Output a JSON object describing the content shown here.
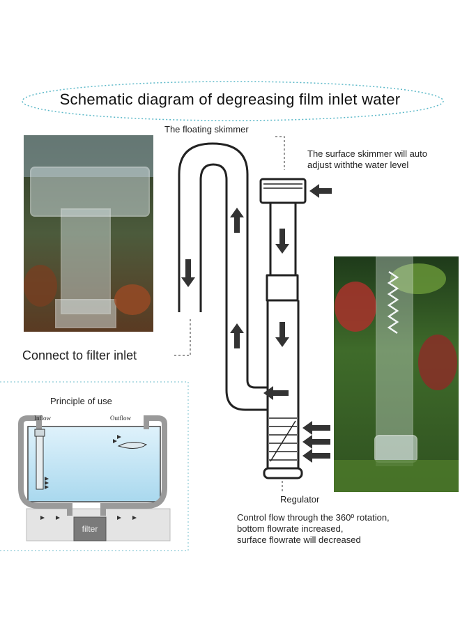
{
  "title": "Schematic diagram of degreasing film inlet water",
  "labels": {
    "floating_skimmer": "The floating skimmer",
    "auto_adjust_line1": "The surface skimmer will auto",
    "auto_adjust_line2": "adjust withthe water level",
    "connect_filter": "Connect to filter inlet",
    "principle": "Principle of use",
    "inflow": "Inflow",
    "outflow": "Outflow",
    "filter": "filter",
    "regulator": "Regulator",
    "control_line1": "Control flow through the 360º rotation,",
    "control_line2": "bottom flowrate increased,",
    "control_line3": "surface flowrate will decreased"
  },
  "colors": {
    "accent_dotted": "#5bb8c8",
    "outline": "#222222",
    "water": "#bfe4f2",
    "photo_green": "#3f6b2a",
    "filter_box": "#7a7a7a"
  }
}
